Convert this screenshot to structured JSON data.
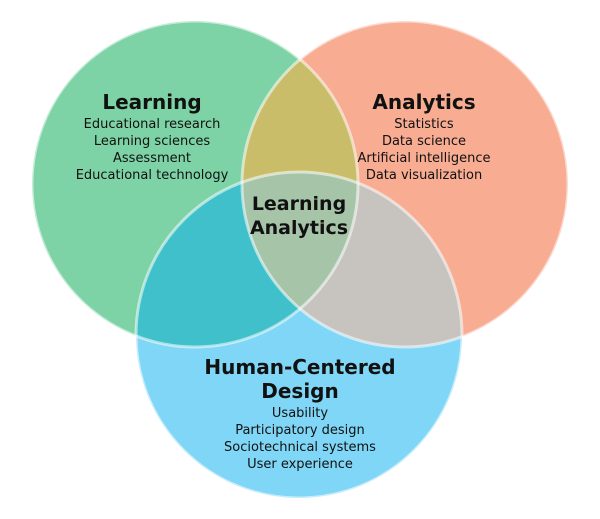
{
  "sets": {
    "learning": {
      "title": "Learning",
      "color": "#7dd3a5",
      "items": [
        "Educational research",
        "Learning sciences",
        "Assessment",
        "Educational technology"
      ]
    },
    "analytics": {
      "title": "Analytics",
      "color": "#f8ac92",
      "items": [
        "Statistics",
        "Data science",
        "Artificial intelligence",
        "Data visualization"
      ]
    },
    "hcd": {
      "title": "Human-Centered Design",
      "color": "#7fd6f6",
      "items": [
        "Usability",
        "Participatory design",
        "Sociotechnical systems",
        "User experience"
      ]
    }
  },
  "intersections": {
    "learning_analytics_color": "#c9bd6a",
    "learning_hcd_color": "#3fc0cb",
    "analytics_hcd_color": "#c7c4c0",
    "all_three_color": "#a6c4a8"
  },
  "center": {
    "line1": "Learning",
    "line2": "Analytics"
  }
}
